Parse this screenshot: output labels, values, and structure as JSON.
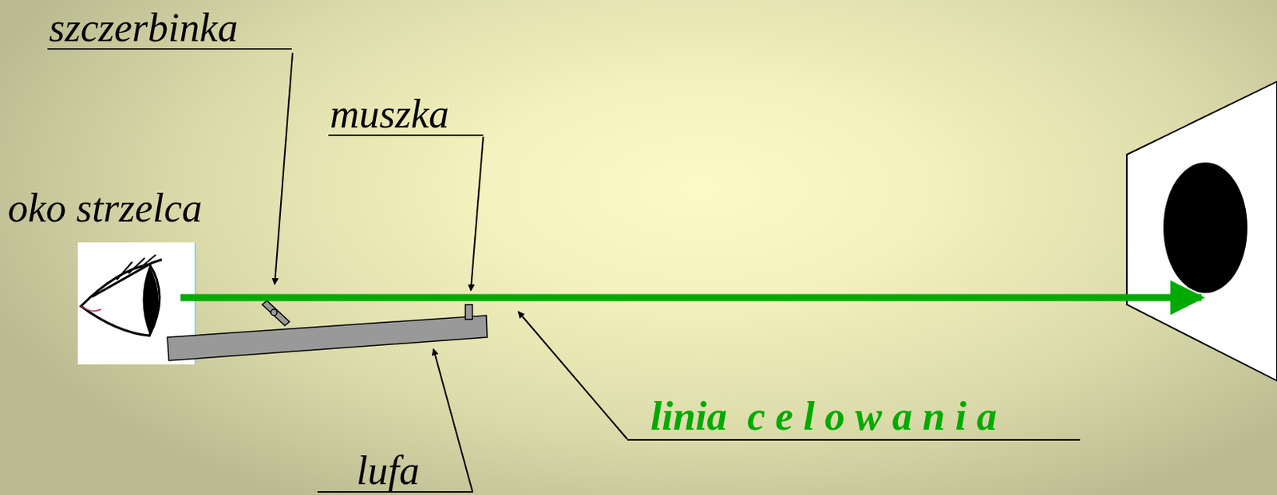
{
  "diagram": {
    "labels": [
      "szczerbinka",
      "muszka",
      "oko strzelca",
      "linia  c e l o w a n i a",
      "lufa"
    ]
  }
}
